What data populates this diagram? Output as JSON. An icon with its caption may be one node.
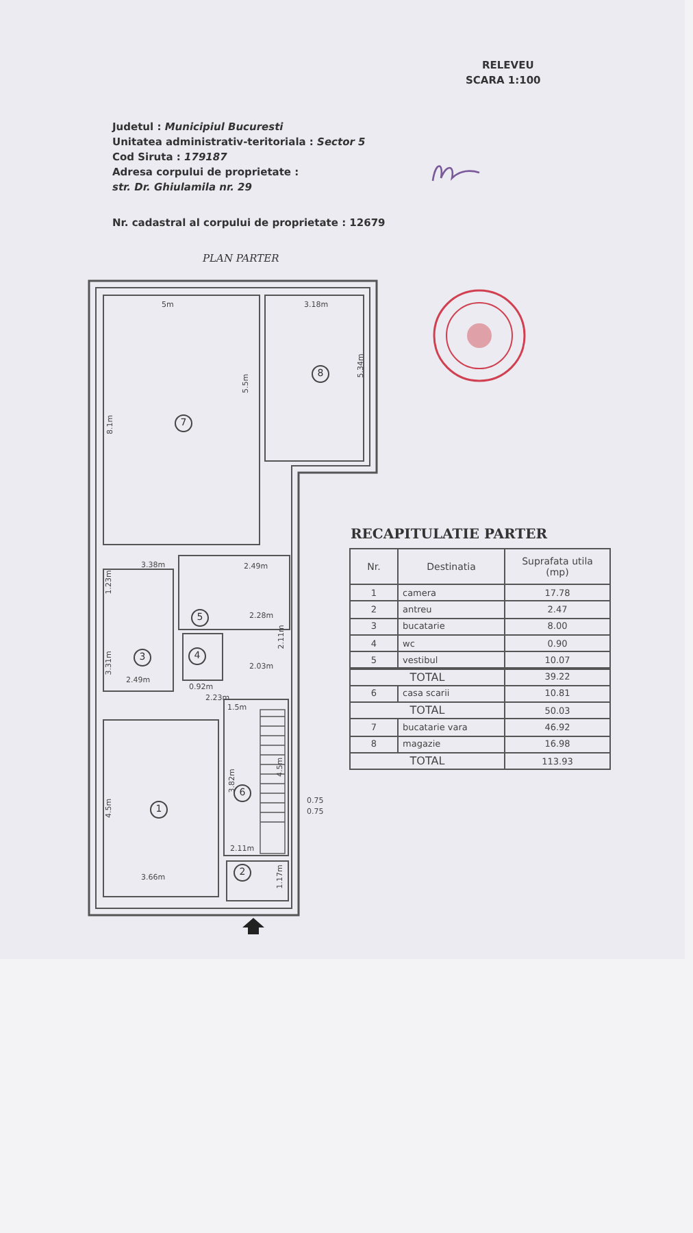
{
  "diagram": {
    "nodes": [
      {
        "text": [
          "7"
        ]
      },
      {
        "text": [
          "8"
        ]
      },
      {
        "text": [
          "5"
        ]
      },
      {
        "text": [
          "3"
        ]
      },
      {
        "text": [
          "4"
        ]
      },
      {
        "text": [
          "6"
        ]
      },
      {
        "text": [
          "1"
        ]
      },
      {
        "text": [
          "2"
        ]
      }
    ],
    "labels": [
      "RELEVEU",
      "SCARA 1:100",
      "Judetul : *Municipiul Bucuresti*",
      "Unitatea administrativ-teritoriala : *Sector 5*",
      "Cod Siruta : *179187*",
      "Adresa corpului de proprietate :",
      "*str. Dr. Ghiulamila nr. 29*",
      "Nr. cadastral al corpului de proprietate : 12679",
      "PLAN PARTER",
      "RECAPITULATIE PARTER",
      "Nr.",
      "Destinatia",
      "Suprafata utila (mp)",
      "1",
      "camera",
      "17.78",
      "2",
      "antreu",
      "2.47",
      "3",
      "bucatarie",
      "8.00",
      "4",
      "wc",
      "0.90",
      "5",
      "vestibul",
      "10.07",
      "TOTAL",
      "39.22",
      "6",
      "casa scarii",
      "10.81",
      "TOTAL",
      "50.03",
      "7",
      "bucatarie vara",
      "46.92",
      "8",
      "magazie",
      "16.98",
      "TOTAL",
      "113.93",
      "5m",
      "3.18m",
      "8.1m",
      "5.5m",
      "5.34m",
      "3.38m",
      "2.49m",
      "1.23m",
      "2.28m",
      "2.11m",
      "3.31m",
      "2.49m",
      "2.03m",
      "0.92m",
      "2.23m",
      "1.5m",
      "4.5m",
      "3.82m",
      "0.75",
      "0.75",
      "2.11m",
      "1.17m",
      "3.66m",
      "4.5m"
    ]
  }
}
